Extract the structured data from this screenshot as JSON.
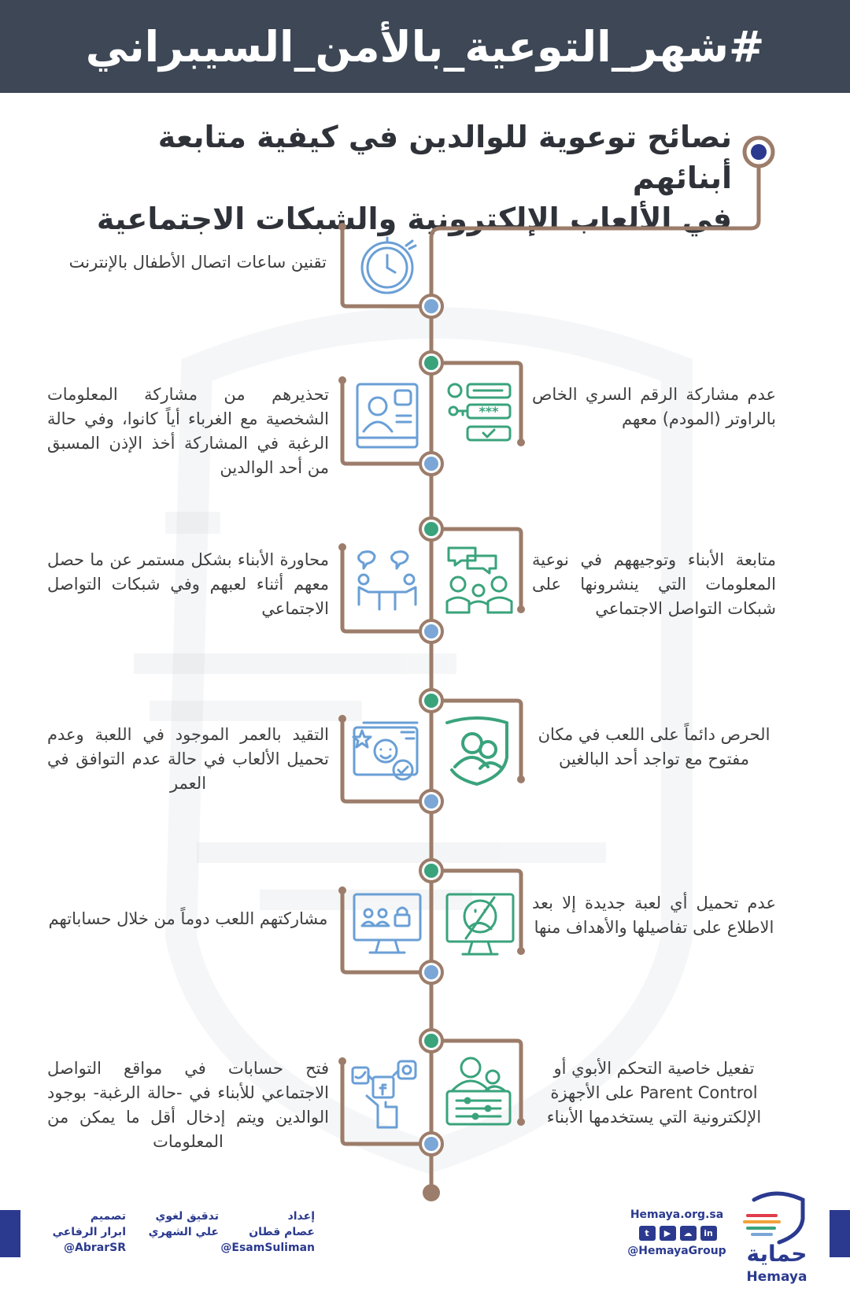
{
  "header": {
    "hashtag": "#شهر_التوعية_بالأمن_السيبراني"
  },
  "title": {
    "line1": "نصائح توعوية للوالدين في كيفية متابعة أبنائهم",
    "line2": "في الألعاب الإلكترونية والشبكات الاجتماعية"
  },
  "colors": {
    "header_bg": "#3d4755",
    "timeline_line": "#9c7c6a",
    "node_blue": "#7ba6d6",
    "node_green": "#3aa37c",
    "icon_blue": "#6a9fd6",
    "icon_green": "#3aa37c",
    "brand": "#2b3a8f"
  },
  "tips": {
    "t1": "تقنين ساعات اتصال الأطفال بالإنترنت",
    "t2_left": "تحذيرهم من مشاركة المعلومات الشخصية مع الغرباء أياً كانوا، وفي حالة الرغبة في المشاركة أخذ الإذن المسبق من أحد الوالدين",
    "t2_right": "عدم مشاركة الرقم السري الخاص بالراوتر (المودم) معهم",
    "t3_left": "محاورة الأبناء بشكل مستمر عن ما حصل معهم أثناء لعبهم وفي شبكات التواصل الاجتماعي",
    "t3_right": "متابعة الأبناء وتوجيههم في نوعية المعلومات التي ينشرونها على شبكات التواصل الاجتماعي",
    "t4_left": "التقيد بالعمر الموجود في اللعبة وعدم تحميل الألعاب في حالة عدم التوافق في العمر",
    "t4_right": "الحرص دائماً على اللعب في مكان مفتوح مع تواجد أحد البالغين",
    "t5_left": "مشاركتهم اللعب دوماً من خلال حساباتهم",
    "t5_right": "عدم تحميل أي لعبة جديدة إلا بعد الاطلاع على تفاصيلها والأهداف منها",
    "t6_left": "فتح حسابات في مواقع التواصل الاجتماعي للأبناء في -حالة الرغبة- بوجود الوالدين ويتم إدخال أقل ما يمكن من المعلومات",
    "t6_right": "تفعيل خاصية التحكم الأبوي أو Parent Control على الأجهزة الإلكترونية التي يستخدمها الأبناء"
  },
  "icons": {
    "t1": "clock-icon",
    "t2_left": "profile-screen-icon",
    "t2_right": "password-form-icon",
    "t3_left": "conversation-table-icon",
    "t3_right": "family-chat-icon",
    "t4_left": "game-age-check-icon",
    "t4_right": "shield-users-icon",
    "t5_left": "monitor-users-lock-icon",
    "t5_right": "monitor-blocked-icon",
    "t6_left": "social-media-phone-icon",
    "t6_right": "parental-control-icon"
  },
  "credits": {
    "design_role": "تصميم",
    "design_name": "ابرار الرفاعي",
    "design_handle": "@AbrarSR",
    "review_role": "تدقيق لغوي",
    "review_name": "علي الشهري",
    "prep_role": "إعداد",
    "prep_name": "عصام قطان",
    "prep_handle": "@EsamSuliman"
  },
  "brand": {
    "site": "Hemaya.org.sa",
    "handle": "@HemayaGroup",
    "name_ar": "حماية",
    "name_en": "Hemaya",
    "social": [
      "twitter-icon",
      "youtube-icon",
      "soundcloud-icon",
      "linkedin-icon"
    ]
  }
}
